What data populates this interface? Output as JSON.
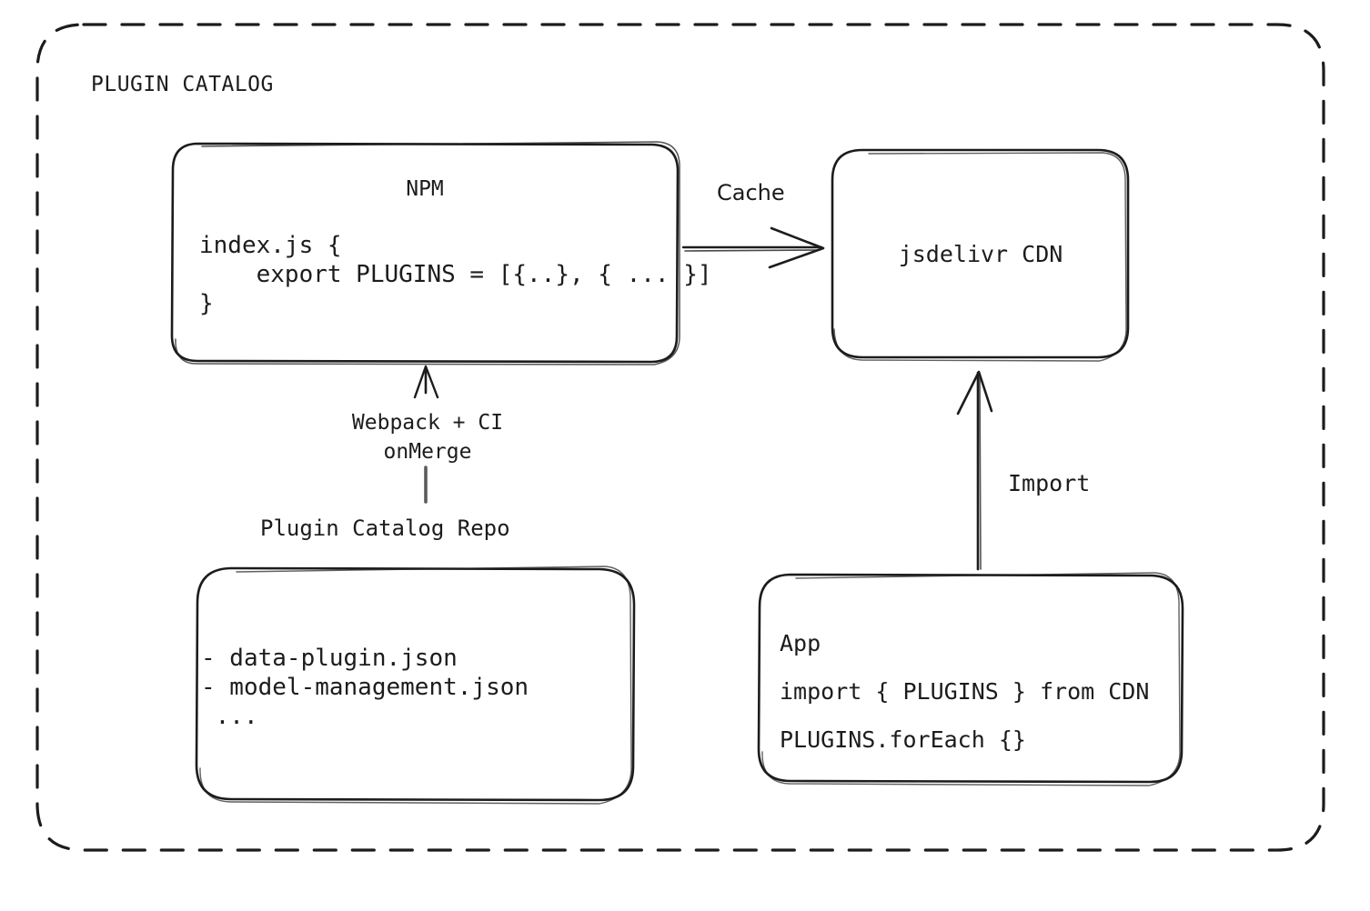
{
  "diagram": {
    "group_label": "PLUGIN CATALOG",
    "boxes": {
      "npm": {
        "title": "NPM",
        "code": "index.js {\n    export PLUGINS = [{..}, { ... }]\n}"
      },
      "cdn": {
        "title": "jsdelivr CDN"
      },
      "repo": {
        "caption": "Plugin Catalog Repo",
        "code": "- data-plugin.json\n- model-management.json\n ..."
      },
      "app": {
        "line1": "App",
        "line2": "import { PLUGINS } from CDN",
        "line3": "PLUGINS.forEach {}"
      }
    },
    "edges": {
      "cache": "Cache",
      "webpack": "Webpack + CI\nonMerge",
      "import": "Import"
    },
    "colors": {
      "stroke": "#1c1c1c",
      "background": "#ffffff",
      "text": "#1c1c1c"
    }
  },
  "chart_data": {
    "type": "diagram",
    "title": "PLUGIN CATALOG",
    "nodes": [
      {
        "id": "npm",
        "label": "NPM",
        "body": "index.js {\n    export PLUGINS = [{..}, { ... }]\n}"
      },
      {
        "id": "cdn",
        "label": "jsdelivr CDN",
        "body": ""
      },
      {
        "id": "repo",
        "label": "Plugin Catalog Repo",
        "body": "- data-plugin.json\n- model-management.json\n ..."
      },
      {
        "id": "app",
        "label": "App",
        "body": "import { PLUGINS } from CDN\n\nPLUGINS.forEach {}"
      }
    ],
    "edges": [
      {
        "from": "npm",
        "to": "cdn",
        "label": "Cache",
        "direction": "right"
      },
      {
        "from": "repo",
        "to": "npm",
        "label": "Webpack + CI onMerge",
        "direction": "up"
      },
      {
        "from": "app",
        "to": "cdn",
        "label": "Import",
        "direction": "up"
      }
    ]
  }
}
